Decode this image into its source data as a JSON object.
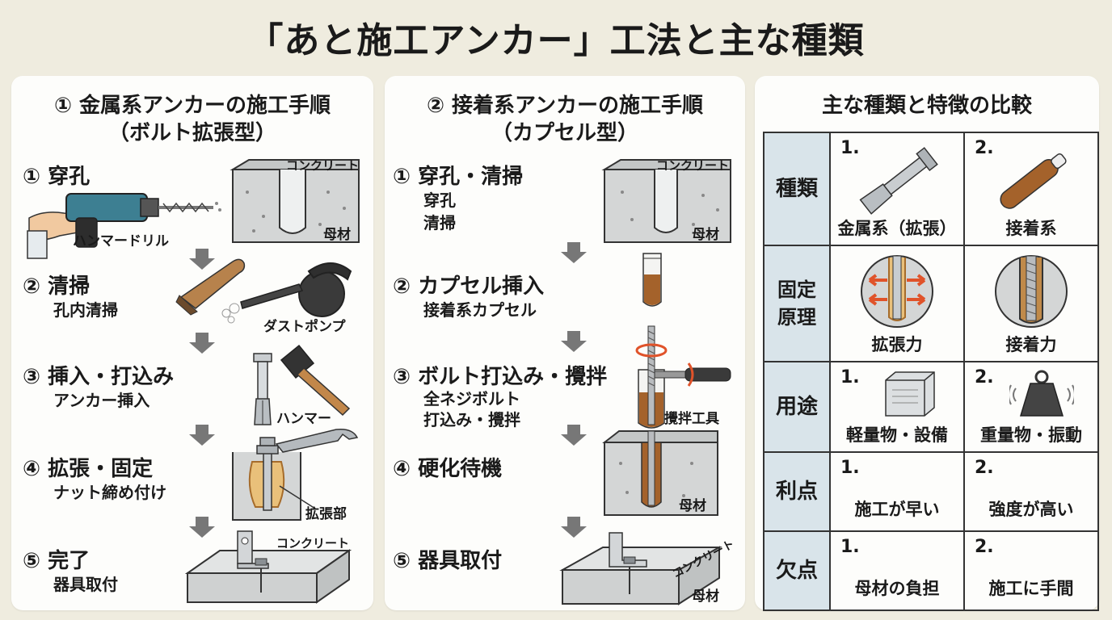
{
  "title": "「あと施工アンカー」工法と主な種類",
  "panel1": {
    "title_line1": "① 金属系アンカーの施工手順",
    "title_line2": "（ボルト拡張型）",
    "steps": [
      {
        "title": "① 穿孔",
        "sub": ""
      },
      {
        "title": "② 清掃",
        "sub": "孔内清掃"
      },
      {
        "title": "③ 挿入・打込み",
        "sub": "アンカー挿入"
      },
      {
        "title": "④ 拡張・固定",
        "sub": "ナット締め付け"
      },
      {
        "title": "⑤ 完了",
        "sub": "器具取付"
      }
    ],
    "labels": {
      "concrete1": "コンクリート",
      "base1": "母材",
      "drill": "ハンマードリル",
      "pump": "ダストポンプ",
      "hammer": "ハンマー",
      "expansion": "拡張部",
      "concrete2": "コンクリート"
    }
  },
  "panel2": {
    "title_line1": "② 接着系アンカーの施工手順",
    "title_line2": "（カプセル型）",
    "steps": [
      {
        "title": "① 穿孔・清掃",
        "sub1": "穿孔",
        "sub2": "清掃"
      },
      {
        "title": "② カプセル挿入",
        "sub1": "接着系カプセル",
        "sub2": ""
      },
      {
        "title": "③ ボルト打込み・攪拌",
        "sub1": "全ネジボルト",
        "sub2": "打込み・攪拌"
      },
      {
        "title": "④ 硬化待機",
        "sub1": "",
        "sub2": ""
      },
      {
        "title": "⑤ 器具取付",
        "sub1": "",
        "sub2": ""
      }
    ],
    "labels": {
      "concrete1": "コンクリート",
      "base1": "母材",
      "stir_tool": "攪拌工具",
      "base2": "母材",
      "concrete2": "コンクリート",
      "base3": "母材"
    }
  },
  "panel3": {
    "title": "主な種類と特徴の比較",
    "rows": [
      {
        "header": "種類",
        "c1_num": "1.",
        "c1": "金属系（拡張）",
        "c2_num": "2.",
        "c2": "接着系"
      },
      {
        "header": "固定原理",
        "c1_num": "",
        "c1": "拡張力",
        "c2_num": "",
        "c2": "接着力"
      },
      {
        "header": "用途",
        "c1_num": "1.",
        "c1": "軽量物・設備",
        "c2_num": "2.",
        "c2": "重量物・振動"
      },
      {
        "header": "利点",
        "c1_num": "1.",
        "c1": "施工が早い",
        "c2_num": "2.",
        "c2": "強度が高い"
      },
      {
        "header": "欠点",
        "c1_num": "1.",
        "c1": "母材の負担",
        "c2_num": "2.",
        "c2": "施工に手間"
      }
    ]
  },
  "colors": {
    "background": "#efecdf",
    "panel": "#fdfdfb",
    "row_header": "#d9e4ea",
    "arrow": "#777777",
    "concrete": "#d4d6d6",
    "adhesive": "#a4622b",
    "expansion_arrow": "#e0532a"
  }
}
